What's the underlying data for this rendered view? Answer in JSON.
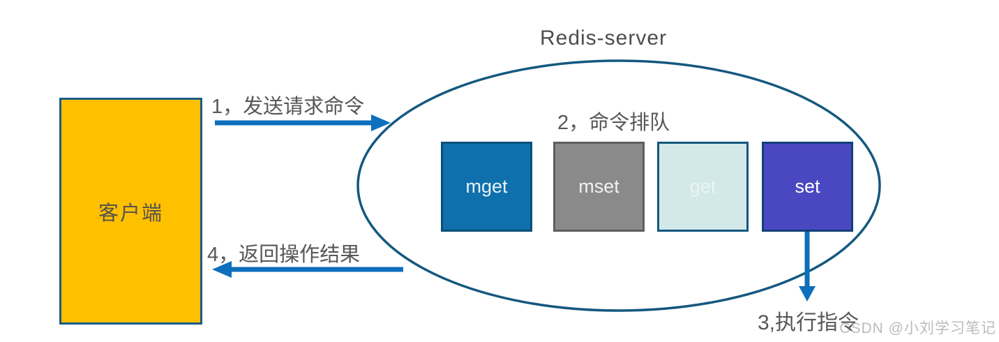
{
  "title": "Redis-server",
  "client": {
    "label": "客户端",
    "fill": "#FFC000",
    "border": "#1A5B86",
    "text_color": "#55534B"
  },
  "server": {
    "ellipse_stroke": "#14587F"
  },
  "commands": [
    {
      "label": "mget",
      "fill": "#0F70AD",
      "border": "#0C5077",
      "text_color": "#E8F2F9"
    },
    {
      "label": "mset",
      "fill": "#8A8A8A",
      "border": "#5E5E5E",
      "text_color": "#F2F2F2"
    },
    {
      "label": "get",
      "fill": "#D3E8E9",
      "border": "#14587F",
      "text_color": "#EAF5F1"
    },
    {
      "label": "set",
      "fill": "#4A48C0",
      "border": "#123F79",
      "text_color": "#FFFFFF"
    }
  ],
  "steps": {
    "send_request": "1，发送请求命令",
    "queue": "2，命令排队",
    "execute": "3,执行指令",
    "return_result": "4，返回操作结果"
  },
  "arrow_color": "#0E6FBC",
  "label_color": "#575757",
  "watermark": "CSDN @小刘学习笔记"
}
